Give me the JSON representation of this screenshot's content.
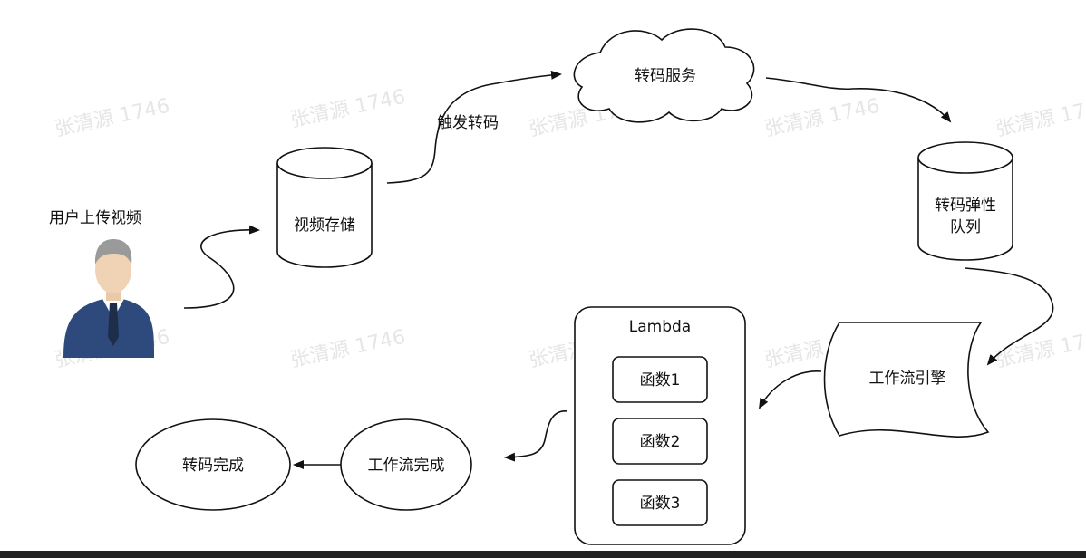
{
  "user_label": "用户上传视频",
  "trigger_label": "触发转码",
  "nodes": {
    "video_storage": "视频存储",
    "transcode_service": "转码服务",
    "elastic_queue_line1": "转码弹性",
    "elastic_queue_line2": "队列",
    "workflow_engine": "工作流引擎",
    "lambda_title": "Lambda",
    "function1": "函数1",
    "function2": "函数2",
    "function3": "函数3",
    "workflow_done": "工作流完成",
    "transcode_done": "转码完成"
  },
  "watermark": "张清源 1746"
}
